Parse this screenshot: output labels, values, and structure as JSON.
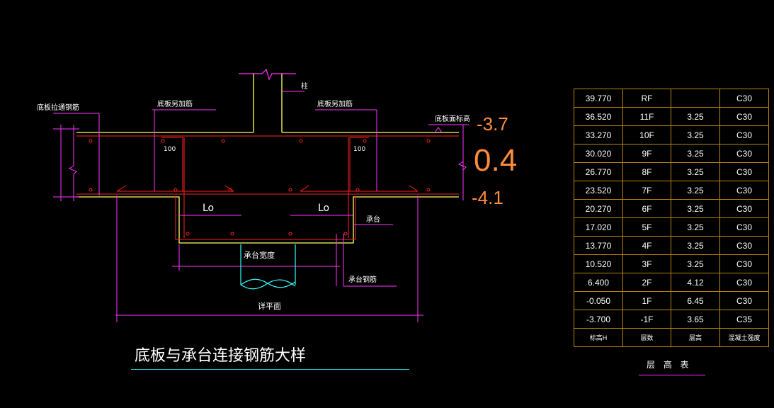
{
  "labels": {
    "slab_tie_rebar": "底板拉通钢筋",
    "slab_add_rebar_left": "底板另加筋",
    "column": "柱",
    "slab_add_rebar_right": "底板另加筋",
    "slab_top_elev": "底板面标高",
    "dim_100_left": "100",
    "dim_100_right": "100",
    "lo_left": "Lo",
    "lo_right": "Lo",
    "cap": "承台",
    "cap_width": "承台宽度",
    "cap_rebar": "承台钢筋",
    "see_plan": "详平面"
  },
  "elevations": {
    "top": "-3.7",
    "mid": "0.4",
    "bottom": "-4.1"
  },
  "main_title": "底板与承台连接钢筋大样",
  "table": {
    "title": "层 高 表",
    "rows": [
      [
        "39.770",
        "RF",
        "",
        "C30"
      ],
      [
        "36.520",
        "11F",
        "3.25",
        "C30"
      ],
      [
        "33.270",
        "10F",
        "3.25",
        "C30"
      ],
      [
        "30.020",
        "9F",
        "3.25",
        "C30"
      ],
      [
        "26.770",
        "8F",
        "3.25",
        "C30"
      ],
      [
        "23.520",
        "7F",
        "3.25",
        "C30"
      ],
      [
        "20.270",
        "6F",
        "3.25",
        "C30"
      ],
      [
        "17.020",
        "5F",
        "3.25",
        "C30"
      ],
      [
        "13.770",
        "4F",
        "3.25",
        "C30"
      ],
      [
        "10.520",
        "3F",
        "3.25",
        "C30"
      ],
      [
        "6.400",
        "2F",
        "4.12",
        "C30"
      ],
      [
        "-0.050",
        "1F",
        "6.45",
        "C30"
      ],
      [
        "-3.700",
        "-1F",
        "3.65",
        "C35"
      ]
    ],
    "header": [
      "标高H",
      "层数",
      "层高",
      "混凝土强度"
    ]
  },
  "colors": {
    "background": "#000000",
    "outline": "#ffff66",
    "dimension": "#ff33ff",
    "rebar": "#ff2222",
    "elevation_text": "#ff8c3c",
    "pile": "#33ffff",
    "table_border": "#b8860b"
  }
}
